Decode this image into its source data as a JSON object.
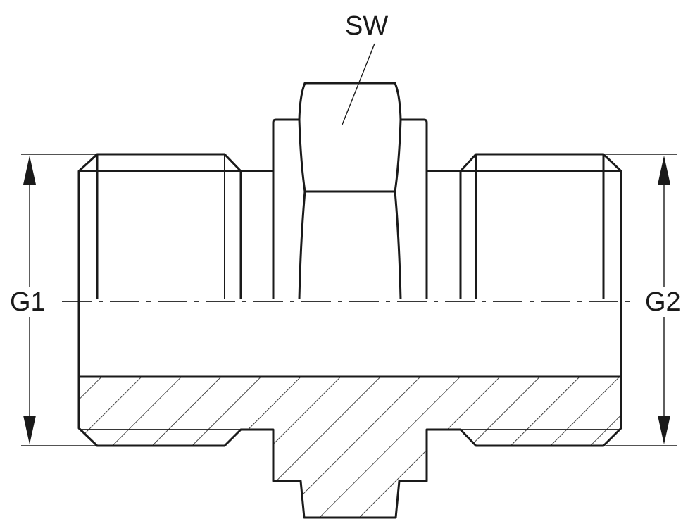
{
  "labels": {
    "wrench_size": "SW",
    "thread_left": "G1",
    "thread_right": "G2"
  },
  "colors": {
    "line": "#1a1a1a",
    "background": "#ffffff"
  }
}
